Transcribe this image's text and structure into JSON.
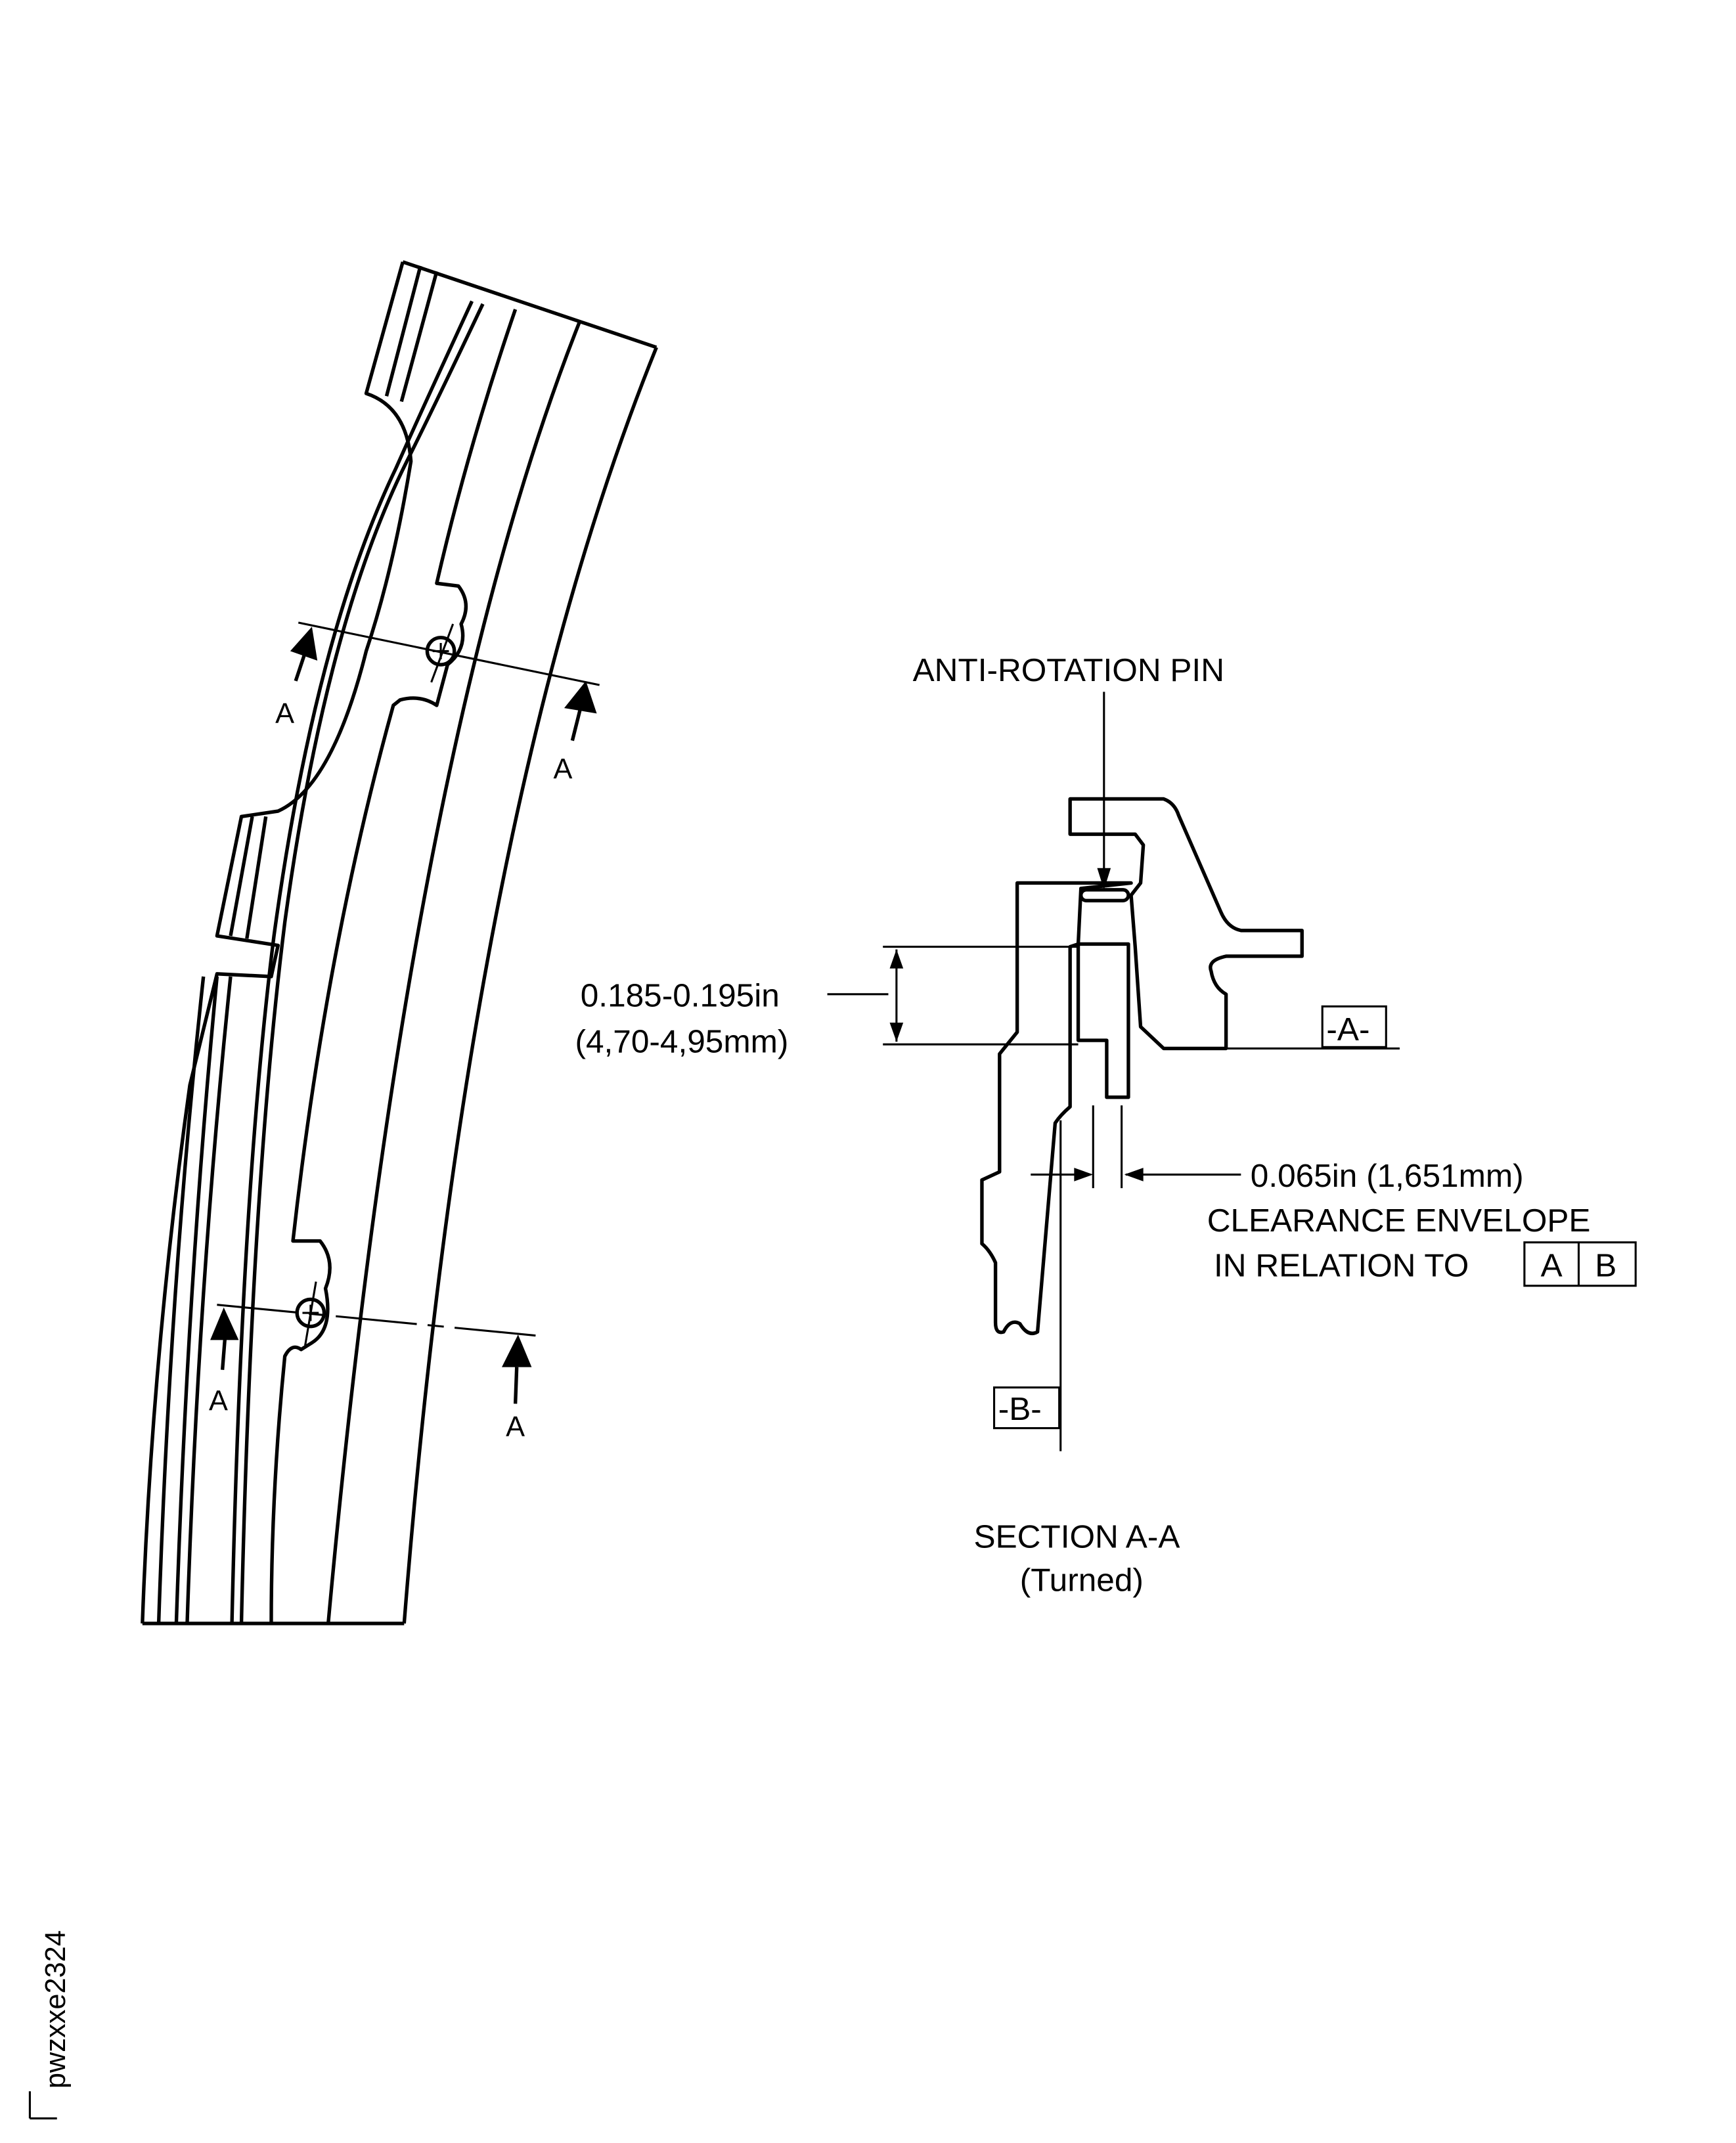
{
  "drawing_id": "pwzxxe2324",
  "section_markers": [
    "A",
    "A",
    "A",
    "A"
  ],
  "labels": {
    "pin": "ANTI-ROTATION PIN",
    "dim1_in": "0.185-0.195in",
    "dim1_mm": "(4,70-4,95mm)",
    "dim2": "0.065in  (1,651mm)",
    "clearance_line1": "CLEARANCE ENVELOPE",
    "clearance_line2": "IN RELATION TO",
    "ref_a": "A",
    "ref_b": "B",
    "datum_a": "-A-",
    "datum_b": "-B-",
    "section_title": "SECTION A-A",
    "section_subtitle": "(Turned)"
  }
}
